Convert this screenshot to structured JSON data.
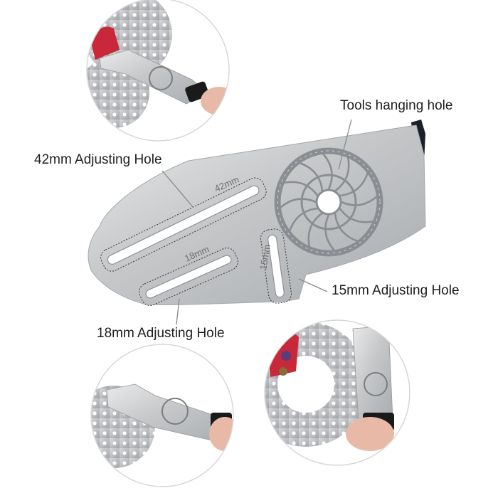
{
  "callouts": {
    "tools_hanging_hole": "Tools hanging hole",
    "hole_42": "42mm Adjusting Hole",
    "hole_18": "18mm Adjusting Hole",
    "hole_15": "15mm Adjusting Hole"
  },
  "engraved": {
    "mark_42": "42mm",
    "mark_18": "18mm",
    "mark_15": "15mm"
  },
  "colors": {
    "background": "#ffffff",
    "steel": "#c9cbcd",
    "rotor_etch": "#8a8e93",
    "handle_grip": "#1a1a1a",
    "caliper_red": "#c8283a",
    "skin": "#e8b9a6",
    "leader_line": "#8a8a8a",
    "label_text": "#1e1e1e"
  },
  "icons": [
    "disc-rotor-etching",
    "hand-icon",
    "caliper-icon"
  ]
}
